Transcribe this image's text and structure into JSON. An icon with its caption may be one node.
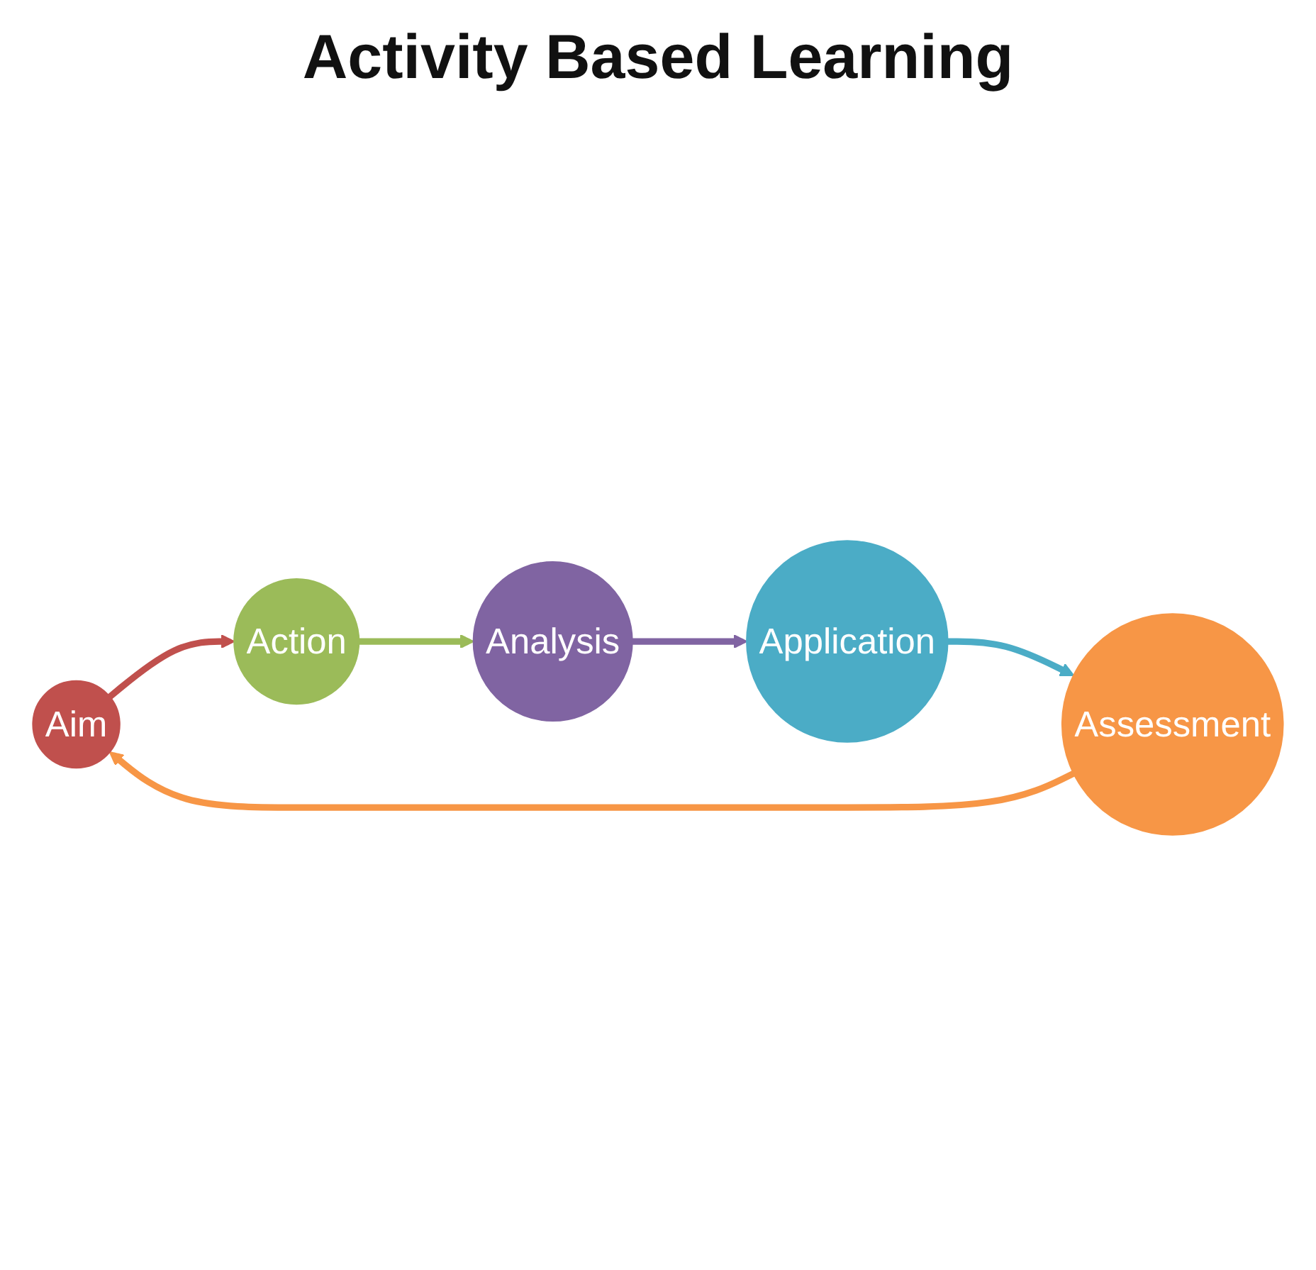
{
  "diagram": {
    "title": "Activity Based Learning",
    "nodes": [
      {
        "text": [
          "Aim"
        ]
      },
      {
        "text": [
          "Action"
        ]
      },
      {
        "text": [
          "Analysis"
        ]
      },
      {
        "text": [
          "Application"
        ]
      },
      {
        "text": [
          "Assessment"
        ]
      }
    ],
    "edges": [
      {
        "from": 0,
        "to": 1,
        "arrow": "to",
        "color": "#c0504d"
      },
      {
        "from": 1,
        "to": 2,
        "arrow": "to",
        "color": "#9bbb59"
      },
      {
        "from": 2,
        "to": 3,
        "arrow": "to",
        "color": "#8064a2"
      },
      {
        "from": 3,
        "to": 4,
        "arrow": "to",
        "color": "#4bacc6"
      },
      {
        "from": 4,
        "to": 0,
        "arrow": "to",
        "color": "#f79646"
      }
    ]
  }
}
